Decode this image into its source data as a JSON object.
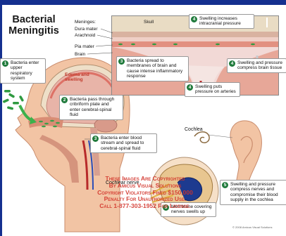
{
  "title": "Bacterial Meningitis",
  "panel": {
    "top_label": "Skull",
    "meninges": [
      "Meninges:",
      "Dura mater",
      "Arachnoid",
      "Pia mater",
      "Brain"
    ]
  },
  "labels": {
    "edema": "Edema and swelling",
    "cochlea": "Cochlea",
    "cochlear_nerve": "Cochlear nerve"
  },
  "callouts": [
    {
      "n": "1",
      "text": "Bacteria enter upper respiratory system"
    },
    {
      "n": "2",
      "text": "Bacteria pass through cribriform plate and enter cerebral-spinal fluid"
    },
    {
      "n": "3",
      "text": "Bacteria spread to membranes of brain and cause intense inflammatory response"
    },
    {
      "n": "3",
      "text": "Bacteria enter blood stream and spread to cerebral-spinal fluid"
    },
    {
      "n": "4",
      "text": "Swelling increases intracranial pressure"
    },
    {
      "n": "4",
      "text": "Swelling and pressure compress brain tissue"
    },
    {
      "n": "4",
      "text": "Swelling puts pressure on arteries"
    },
    {
      "n": "5",
      "text": "Swelling and pressure compress nerves and compromise their blood supply in the cochlea"
    },
    {
      "n": "5",
      "text": "Membrane covering nerves swells up"
    }
  ],
  "watermark": [
    "These Images Are Copyrighted",
    "By Amicus Visual Solutions",
    "Copyright Violators Fined $150,000",
    "Penalty For Unauthorized Use.",
    "Call 1-877-303-1952 For License."
  ],
  "copyright": "© 2008 Amicus Visual Solutions",
  "colors": {
    "frame": "#15308f",
    "badge": "#1f7a3b",
    "watermark": "#d2332a",
    "skin": "#f2c4a4",
    "brain": "#e8b4a8"
  }
}
